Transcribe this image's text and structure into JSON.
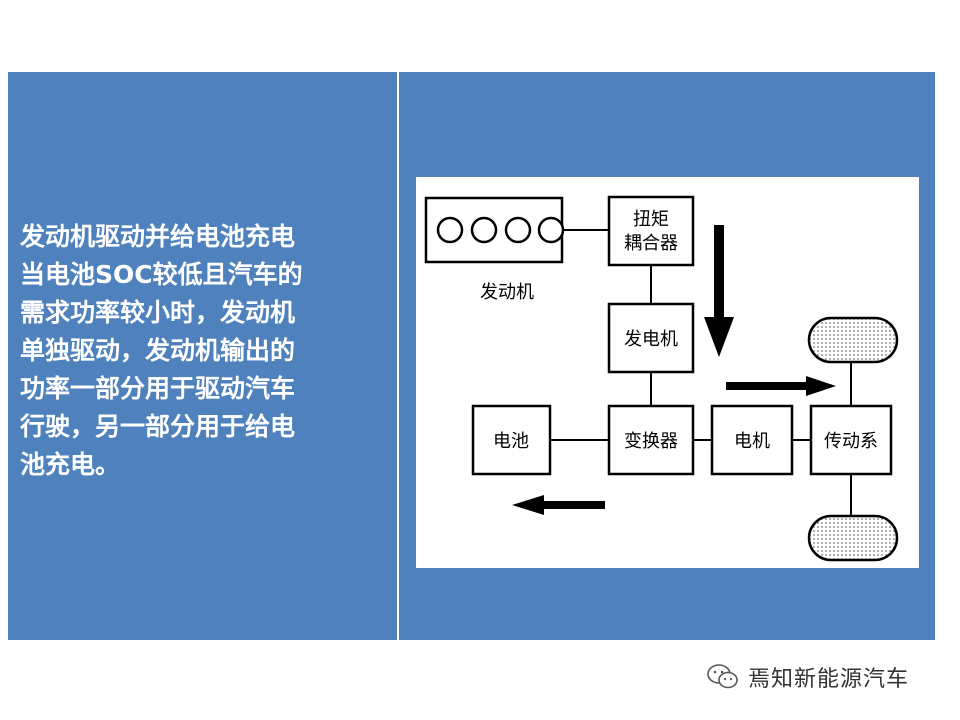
{
  "slide": {
    "heading": "发动机驱动并给电池充电",
    "body_lines": [
      "当电池SOC较低且汽车的",
      "需求功率较小时，发动机",
      "单独驱动，发动机输出的",
      "功率一部分用于驱动汽车",
      "行驶，另一部分用于给电",
      "池充电。"
    ]
  },
  "diagram": {
    "engine_label": "发动机",
    "coupler_line1": "扭矩",
    "coupler_line2": "耦合器",
    "generator": "发电机",
    "battery": "电池",
    "converter": "变换器",
    "motor": "电机",
    "transmission": "传动系"
  },
  "watermark": {
    "text": "焉知新能源汽车",
    "icon": "wechat-icon"
  },
  "colors": {
    "panel": "#4f81bd",
    "text": "#ffffff"
  }
}
